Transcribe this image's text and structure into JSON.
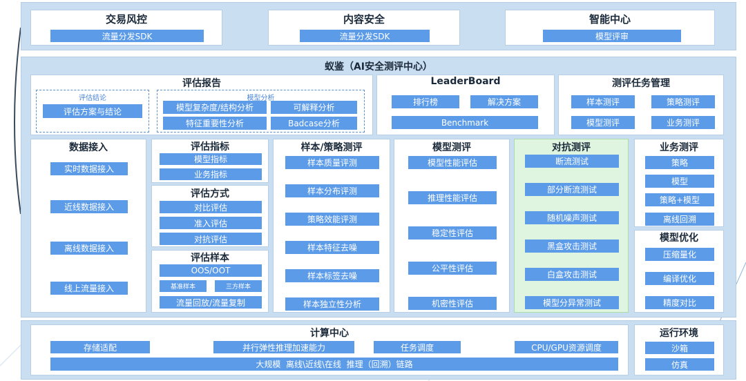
{
  "top_row": [
    {
      "title": "交易风控",
      "button": "流量分发SDK"
    },
    {
      "title": "内容安全",
      "button": "流量分发SDK"
    },
    {
      "title": "智能中心",
      "button": "模型评审"
    }
  ],
  "main_title": "蚁鉴（AI安全测评中心）",
  "report": {
    "title": "评估报告",
    "conclusion_label": "评估结论",
    "conclusion_item": "评估方案与结论",
    "analysis_label": "模型分析",
    "analysis_items": [
      "模型复杂度/结构分析",
      "可解释分析",
      "特征重要性分析",
      "Badcase分析"
    ]
  },
  "leaderboard": {
    "title": "LeaderBoard",
    "items": [
      "排行榜",
      "解决方案",
      "Benchmark"
    ]
  },
  "task_mgmt": {
    "title": "测评任务管理",
    "items": [
      "样本测评",
      "策略测评",
      "模型测评",
      "业务测评"
    ]
  },
  "data_access": {
    "title": "数据接入",
    "items": [
      "实时数据接入",
      "近线数据接入",
      "离线数据接入",
      "线上流量接入"
    ]
  },
  "metrics": {
    "title": "评估指标",
    "items": [
      "模型指标",
      "业务指标"
    ]
  },
  "methods": {
    "title": "评估方式",
    "items": [
      "对比评估",
      "准入评估",
      "对抗评估"
    ]
  },
  "samples": {
    "title": "评估样本",
    "items": [
      "OOS/OOT",
      "基准样本",
      "三方样本",
      "流量回放/流量复制"
    ]
  },
  "sample_strategy": {
    "title": "样本/策略测评",
    "items": [
      "样本质量评测",
      "样本分布评测",
      "策略效能评测",
      "样本特征去噪",
      "样本标签去噪",
      "样本独立性分析"
    ]
  },
  "model_eval": {
    "title": "模型测评",
    "items": [
      "模型性能评估",
      "推理性能评估",
      "稳定性评估",
      "公平性评估",
      "机密性评估"
    ]
  },
  "adversarial": {
    "title": "对抗测评",
    "items": [
      "断流测试",
      "部分断流测试",
      "随机噪声测试",
      "黑盒攻击测试",
      "白盒攻击测试",
      "模型分异常测试"
    ]
  },
  "business_eval": {
    "title": "业务测评",
    "items": [
      "策略",
      "模型",
      "策略+模型",
      "离线回溯"
    ]
  },
  "model_opt": {
    "title": "模型优化",
    "items": [
      "压缩量化",
      "编译优化",
      "精度对比"
    ]
  },
  "compute": {
    "title": "计算中心",
    "items": [
      "存储适配",
      "并行弹性推理加速能力",
      "任务调度",
      "CPU/GPU资源调度"
    ],
    "wide_item": "大规模  离线\\近线\\在线  推理（回溯）链路"
  },
  "runtime": {
    "title": "运行环境",
    "items": [
      "沙箱",
      "仿真"
    ]
  },
  "colors": {
    "band": "#c9def1",
    "button": "#5b9be8",
    "adversarial_panel": "#dff5df",
    "dashed": "#5b8fc8"
  }
}
